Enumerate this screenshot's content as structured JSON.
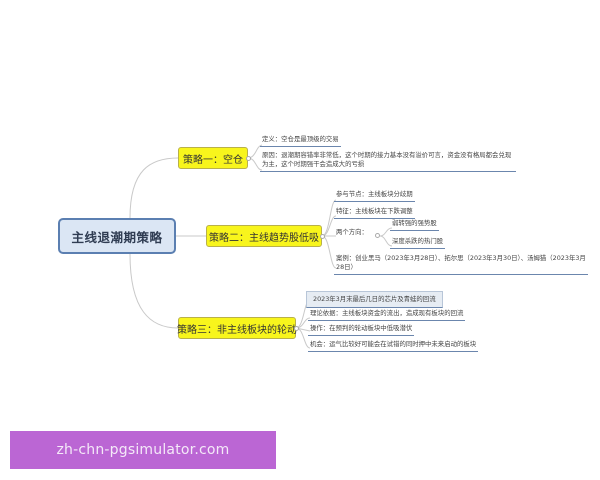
{
  "mindmap": {
    "root": {
      "label": "主线退潮期策略"
    },
    "branches": [
      {
        "label": "策略一：空仓",
        "children": [
          {
            "label": "定义：空仓是最顶级的交易"
          },
          {
            "label": "原因：退潮期容错率非常低，这个时期的接力基本没有溢价可言，资金没有格局都会兑现为主，这个时期强干会造成大的亏损"
          }
        ]
      },
      {
        "label": "策略二：主线趋势股低吸",
        "children": [
          {
            "label": "参与节点：主线板块分歧期"
          },
          {
            "label": "特征：主线板块在下跌调整"
          },
          {
            "label": "两个方向：",
            "children": [
              {
                "label": "弱转强的强势股"
              },
              {
                "label": "深度杀跌的热门股"
              }
            ]
          },
          {
            "label": "案例：创业黑马（2023年3月28日）、拓尔思（2023年3月30日）、汤姆猫（2023年3月28日）"
          }
        ]
      },
      {
        "label": "策略三：非主线板块的轮动",
        "children": [
          {
            "label": "2023年3月末最后几日的芯片及青蛙的回流"
          },
          {
            "label": "理论依据：主线板块资金的流出，造成现有板块的回流"
          },
          {
            "label": "操作：在预判的轮动板块中低吸潜伏"
          },
          {
            "label": "机会：运气比较好可能会在试错的同时押中未来启动的板块"
          }
        ]
      }
    ]
  },
  "watermark": {
    "text": "zh-chn-pgsimulator.com"
  },
  "colors": {
    "root_fill": "#dbe6f4",
    "root_border": "#5b7fb1",
    "branch_fill": "#f8f51c",
    "underline": "#6b86ad",
    "watermark_bg": "#bb66d4"
  }
}
